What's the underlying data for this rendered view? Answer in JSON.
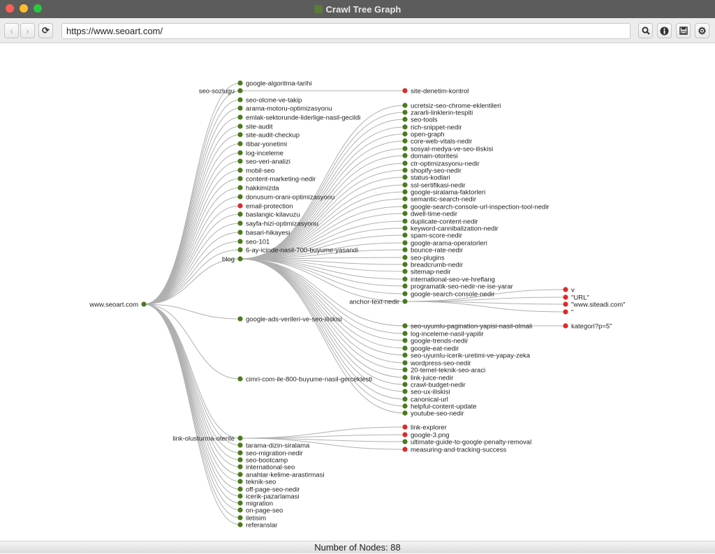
{
  "window": {
    "title": "Crawl Tree Graph"
  },
  "toolbar": {
    "url": "https://www.seoart.com/",
    "back_icon": "chevron-left-icon",
    "forward_icon": "chevron-right-icon",
    "reload_icon": "refresh-icon",
    "buttons": [
      "search-icon",
      "info-icon",
      "save-icon",
      "gear-icon"
    ]
  },
  "colors": {
    "ok": "#4b7a1c",
    "error": "#dd2b2b",
    "link": "#b0b0b0"
  },
  "tree": {
    "name": "www.seoart.com",
    "status": "ok",
    "children": [
      {
        "name": "google-algoritma-tarihi",
        "status": "ok"
      },
      {
        "name": "seo-sozlugu",
        "status": "ok",
        "children": [
          {
            "name": "site-denetim-kontrol",
            "status": "error"
          }
        ]
      },
      {
        "name": "seo-olcme-ve-takip",
        "status": "ok"
      },
      {
        "name": "arama-motoru-optimizasyonu",
        "status": "ok"
      },
      {
        "name": "emlak-sektorunde-liderlige-nasil-gecildi",
        "status": "ok"
      },
      {
        "name": "site-audit",
        "status": "ok"
      },
      {
        "name": "site-audit-checkup",
        "status": "ok"
      },
      {
        "name": "itibar-yonetimi",
        "status": "ok"
      },
      {
        "name": "log-inceleme",
        "status": "ok"
      },
      {
        "name": "seo-veri-analizi",
        "status": "ok"
      },
      {
        "name": "mobil-seo",
        "status": "ok"
      },
      {
        "name": "content-marketing-nedir",
        "status": "ok"
      },
      {
        "name": "hakkimizda",
        "status": "ok"
      },
      {
        "name": "donusum-orani-optimizasyonu",
        "status": "ok"
      },
      {
        "name": "email-protection",
        "status": "error"
      },
      {
        "name": "baslangic-kilavuzu",
        "status": "ok"
      },
      {
        "name": "sayfa-hizi-optimizasyonu",
        "status": "ok"
      },
      {
        "name": "basari-hikayesi",
        "status": "ok"
      },
      {
        "name": "seo-101",
        "status": "ok"
      },
      {
        "name": "6-ay-icinde-nasil-700-buyume-yasandi",
        "status": "ok"
      },
      {
        "name": "blog",
        "status": "ok",
        "children": [
          {
            "name": "ucretsiz-seo-chrome-eklentileri",
            "status": "ok"
          },
          {
            "name": "zararli-linklerin-tespiti",
            "status": "ok"
          },
          {
            "name": "seo-tools",
            "status": "ok"
          },
          {
            "name": "rich-snippet-nedir",
            "status": "ok"
          },
          {
            "name": "open-graph",
            "status": "ok"
          },
          {
            "name": "core-web-vitals-nedir",
            "status": "ok"
          },
          {
            "name": "sosyal-medya-ve-seo-iliskisi",
            "status": "ok"
          },
          {
            "name": "domain-otoritesi",
            "status": "ok"
          },
          {
            "name": "ctr-optimizasyonu-nedir",
            "status": "ok"
          },
          {
            "name": "shopify-seo-nedir",
            "status": "ok"
          },
          {
            "name": "status-kodlari",
            "status": "ok"
          },
          {
            "name": "ssl-sertifikasi-nedir",
            "status": "ok"
          },
          {
            "name": "google-siralama-faktorleri",
            "status": "ok"
          },
          {
            "name": "semantic-search-nedir",
            "status": "ok"
          },
          {
            "name": "google-search-console-url-inspection-tool-nedir",
            "status": "ok"
          },
          {
            "name": "dwell-time-nedir",
            "status": "ok"
          },
          {
            "name": "duplicate-content-nedir",
            "status": "ok"
          },
          {
            "name": "keyword-cannibalization-nedir",
            "status": "ok"
          },
          {
            "name": "spam-score-nedir",
            "status": "ok"
          },
          {
            "name": "google-arama-operatorleri",
            "status": "ok"
          },
          {
            "name": "bounce-rate-nedir",
            "status": "ok"
          },
          {
            "name": "seo-plugins",
            "status": "ok"
          },
          {
            "name": "breadcrumb-nedir",
            "status": "ok"
          },
          {
            "name": "sitemap-nedir",
            "status": "ok"
          },
          {
            "name": "international-seo-ve-hreflang",
            "status": "ok"
          },
          {
            "name": "programatik-seo-nedir-ne-ise-yarar",
            "status": "ok"
          },
          {
            "name": "google-search-console-nedir",
            "status": "ok"
          },
          {
            "name": "anchor-text-nedir",
            "status": "ok",
            "children": [
              {
                "name": "v",
                "status": "error"
              },
              {
                "name": "\"URL\"",
                "status": "error"
              },
              {
                "name": "\"www.siteadi.com\"",
                "status": "error"
              },
              {
                "name": "\"",
                "status": "error"
              }
            ]
          },
          {
            "name": "seo-uyumlu-pagination-yapisi-nasil-olmali",
            "status": "ok",
            "children": [
              {
                "name": "kategori?p=5\"",
                "status": "error"
              }
            ]
          },
          {
            "name": "log-inceleme-nasil-yapilir",
            "status": "ok"
          },
          {
            "name": "google-trends-nedir",
            "status": "ok"
          },
          {
            "name": "google-eat-nedir",
            "status": "ok"
          },
          {
            "name": "seo-uyumlu-icerik-uretimi-ve-yapay-zeka",
            "status": "ok"
          },
          {
            "name": "wordpress-seo-nedir",
            "status": "ok"
          },
          {
            "name": "20-temel-teknik-seo-araci",
            "status": "ok"
          },
          {
            "name": "link-juice-nedir",
            "status": "ok"
          },
          {
            "name": "crawl-budget-nedir",
            "status": "ok"
          },
          {
            "name": "seo-ux-iliskisi",
            "status": "ok"
          },
          {
            "name": "canonical-url",
            "status": "ok"
          },
          {
            "name": "helpful-content-update",
            "status": "ok"
          },
          {
            "name": "youtube-seo-nedir",
            "status": "ok"
          }
        ]
      },
      {
        "name": "google-ads-verileri-ve-seo-iliskisi",
        "status": "ok"
      },
      {
        "name": "cimri-com-ile-800-buyume-nasil-gerceklesti",
        "status": "ok"
      },
      {
        "name": "link-olusturma-oterite",
        "status": "ok",
        "children": [
          {
            "name": "link-explorer",
            "status": "error"
          },
          {
            "name": "google-3.png",
            "status": "error"
          },
          {
            "name": "ultimate-guide-to-google-penalty-removal",
            "status": "ok"
          },
          {
            "name": "measuring-and-tracking-success",
            "status": "error"
          }
        ]
      },
      {
        "name": "tarama-dizin-siralama",
        "status": "ok"
      },
      {
        "name": "seo-migration-nedir",
        "status": "ok"
      },
      {
        "name": "seo-bootcamp",
        "status": "ok"
      },
      {
        "name": "international-seo",
        "status": "ok"
      },
      {
        "name": "anahtar-kelime-arastirmasi",
        "status": "ok"
      },
      {
        "name": "teknik-seo",
        "status": "ok"
      },
      {
        "name": "off-page-seo-nedir",
        "status": "ok"
      },
      {
        "name": "icerik-pazarlamasi",
        "status": "ok"
      },
      {
        "name": "migration",
        "status": "ok"
      },
      {
        "name": "on-page-seo",
        "status": "ok"
      },
      {
        "name": "iletisim",
        "status": "ok"
      },
      {
        "name": "referanslar",
        "status": "ok"
      }
    ]
  },
  "status_bar": {
    "node_count_text": "Number of Nodes: 88"
  }
}
